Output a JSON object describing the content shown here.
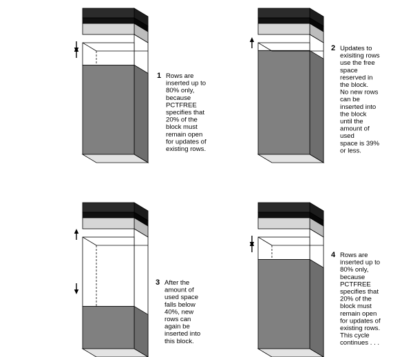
{
  "colors": {
    "header_dark": "#2b2b2b",
    "header_mid": "#111111",
    "header_light": "#d6d6d6",
    "used_space": "#808080",
    "block_side_shade": "#6e6e6e",
    "free_space": "#ffffff",
    "block_bottom": "#e3e3e3",
    "outline": "#000000"
  },
  "panels": [
    {
      "id": "panel-1",
      "number": "1",
      "used_space_percent": 80,
      "arrows": "split-threshold",
      "caption_lines": [
        "Rows are",
        "inserted up to",
        "80% only,",
        "because",
        "PCTFREE",
        "specifies that",
        "20% of the",
        "block must",
        "remain open",
        "for updates of",
        "existing rows."
      ]
    },
    {
      "id": "panel-2",
      "number": "2",
      "used_space_percent": 93,
      "arrows": "up",
      "caption_lines": [
        "Updates to",
        "exisiting rows",
        "use the free",
        "space",
        "reserved in",
        "the block.",
        "No new rows",
        "can be",
        "inserted into",
        "the block",
        "until the",
        "amount of",
        "used",
        "space is 39%",
        "or less."
      ]
    },
    {
      "id": "panel-3",
      "number": "3",
      "used_space_percent": 38,
      "arrows": "up-and-down",
      "caption_lines": [
        "After the",
        "amount of",
        "used space",
        "falls below",
        "40%, new",
        "rows can",
        "again be",
        "inserted into",
        "this block."
      ]
    },
    {
      "id": "panel-4",
      "number": "4",
      "used_space_percent": 80,
      "arrows": "split-threshold",
      "caption_lines": [
        "Rows are",
        "inserted up to",
        "80% only,",
        "because",
        "PCTFREE",
        "specifies that",
        "20% of the",
        "block must",
        "remain open",
        "for updates of",
        "existing rows.",
        "This cycle",
        "continues . . ."
      ]
    }
  ]
}
